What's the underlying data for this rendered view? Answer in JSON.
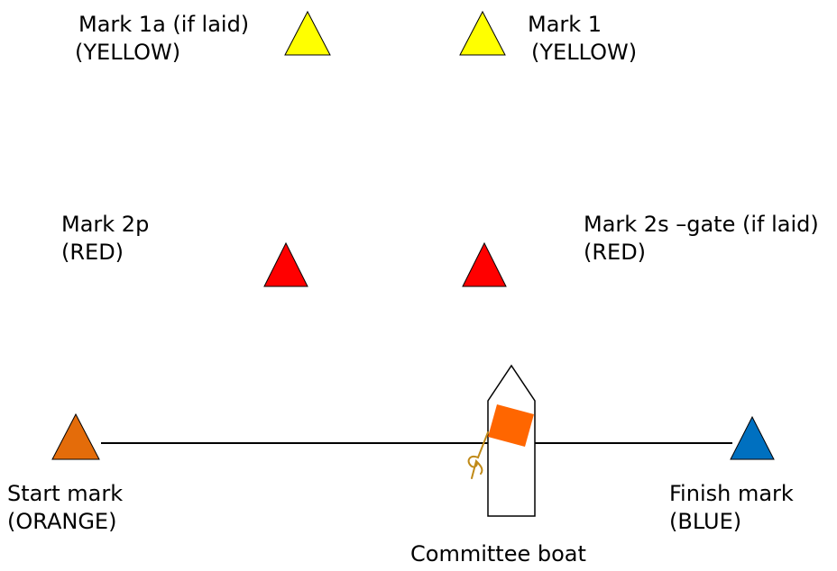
{
  "marks": {
    "mark_1a": {
      "name": "Mark 1a (if laid)",
      "color_label": "(YELLOW)",
      "color": "#ffff00"
    },
    "mark_1": {
      "name": "Mark 1",
      "color_label": "(YELLOW)",
      "color": "#ffff00"
    },
    "mark_2p": {
      "name": "Mark 2p",
      "color_label": "(RED)",
      "color": "#ff0000"
    },
    "mark_2s": {
      "name": "Mark 2s –gate (if laid)",
      "color_label": "(RED)",
      "color": "#ff0000"
    },
    "start": {
      "name": "Start mark",
      "color_label": "(ORANGE)",
      "color": "#e46c0a"
    },
    "finish": {
      "name": "Finish mark",
      "color_label": "(BLUE)",
      "color": "#0070c0"
    }
  },
  "committee_boat": {
    "label": "Committee boat",
    "flag_color": "#ff6600",
    "anchor_color": "#c08a18"
  },
  "colors": {
    "outline": "#000000",
    "background": "#ffffff"
  }
}
